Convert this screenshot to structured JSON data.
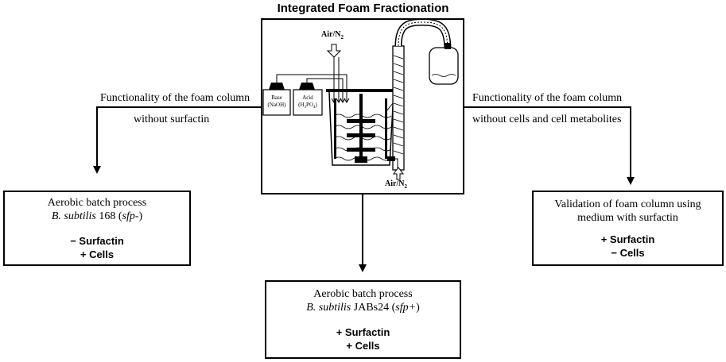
{
  "title": "Integrated Foam Fractionation",
  "apparatus": {
    "gas_inlet_top": "Air/N",
    "gas_inlet_top_sub": "2",
    "gas_inlet_bottom": "Air/N",
    "gas_inlet_bottom_sub": "2",
    "base_label": "Base",
    "base_formula": "(NaOH)",
    "acid_label": "Acid",
    "acid_formula": "(H",
    "acid_formula_sub1": "3",
    "acid_formula_mid": "PO",
    "acid_formula_sub2": "4",
    "acid_formula_end": ")"
  },
  "left_edge": {
    "line1": "Functionality of the foam column",
    "line2": "without surfactin"
  },
  "right_edge": {
    "line1": "Functionality of the foam column",
    "line2": "without cells and cell metabolites"
  },
  "left_box": {
    "line1": "Aerobic batch process",
    "strain_species": "B. subtilis",
    "strain_name": " 168 (",
    "strain_genotype": "sfp-",
    "strain_close": ")",
    "surfactin": "− Surfactin",
    "cells": "+ Cells"
  },
  "center_box": {
    "line1": "Aerobic batch process",
    "strain_species": "B. subtilis",
    "strain_name": " JABs24 (",
    "strain_genotype": "sfp+",
    "strain_close": ")",
    "surfactin": "+ Surfactin",
    "cells": "+ Cells"
  },
  "right_box": {
    "line1": "Validation of foam column using",
    "line2": "medium with surfactin",
    "surfactin": "+ Surfactin",
    "cells": "− Cells"
  }
}
